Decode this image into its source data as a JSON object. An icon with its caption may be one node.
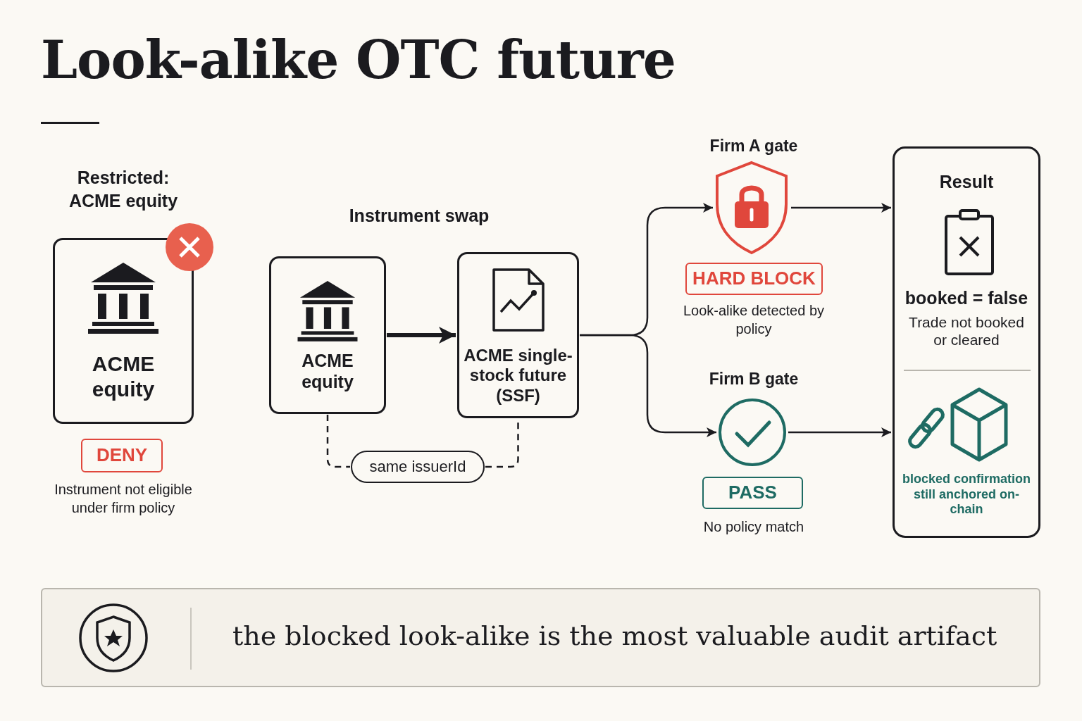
{
  "diagram": {
    "title": "Look-alike OTC future",
    "nodes": [
      {
        "text": [
          "ACME equity"
        ],
        "beside": [
          "Restricted: ACME equity"
        ]
      },
      {
        "text": [
          "DENY"
        ],
        "beside": [
          "Instrument not eligible under firm policy"
        ]
      },
      {
        "text": [
          "ACME equity"
        ]
      },
      {
        "text": [
          "ACME single-stock future (SSF)"
        ]
      },
      {
        "text": [
          "same issuerId"
        ]
      },
      {
        "text": [],
        "shape": "shield",
        "beside": [
          "Firm A gate"
        ]
      },
      {
        "text": [
          "HARD BLOCK"
        ],
        "beside": [
          "Look-alike detected by policy"
        ]
      },
      {
        "text": [],
        "shape": "circle",
        "beside": [
          "Firm B gate"
        ]
      },
      {
        "text": [
          "PASS"
        ],
        "beside": [
          "No policy match"
        ]
      },
      {
        "text": [
          "Result",
          "booked = false",
          "Trade not booked or cleared",
          "blocked confirmation still anchored on-chain"
        ]
      },
      {
        "text": [
          "the blocked look-alike is the most valuable audit artifact"
        ]
      }
    ],
    "edges": [
      {
        "from": 2,
        "to": 3,
        "arrow": "to",
        "style": "thick"
      },
      {
        "from": 2,
        "to": 4,
        "arrow": "none",
        "style": "dashed"
      },
      {
        "from": 4,
        "to": 3,
        "arrow": "none",
        "style": "dashed"
      },
      {
        "from": 3,
        "to": 5,
        "arrow": "to"
      },
      {
        "from": 3,
        "to": 7,
        "arrow": "to"
      },
      {
        "from": 5,
        "to": 9,
        "arrow": "to"
      },
      {
        "from": 7,
        "to": 9,
        "arrow": "to"
      }
    ],
    "labels": [
      "Instrument swap"
    ]
  }
}
